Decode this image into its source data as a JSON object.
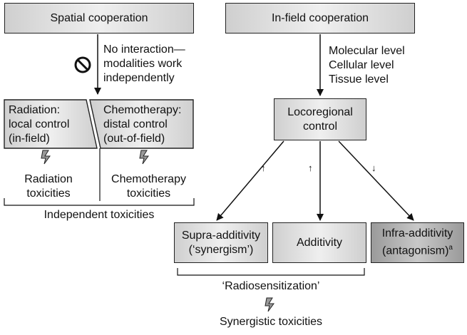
{
  "left": {
    "header": "Spatial cooperation",
    "no_interaction": "No interaction—\nmodalities work\nindependently",
    "radiation_box": "Radiation:\nlocal control\n(in-field)",
    "chemo_box": "Chemotherapy:\ndistal control\n(out-of-field)",
    "radiation_tox": "Radiation\ntoxicities",
    "chemo_tox": "Chemotherapy\ntoxicities",
    "independent_tox": "Independent toxicities"
  },
  "right": {
    "header": "In-field cooperation",
    "levels": "Molecular level\nCellular level\nTissue level",
    "locoregional": "Locoregional\ncontrol",
    "supra": "Supra-additivity\n(‘synergism’)",
    "additivity": "Additivity",
    "infra": "Infra-additivity\n(antagonism)",
    "infra_sup": "a",
    "radiosens": "‘Radiosensitization’",
    "synergistic_tox": "Synergistic toxicities"
  },
  "arrows": {
    "up": "↑",
    "down": "↓"
  },
  "icons": {
    "no_symbol": "prohibition-icon",
    "toxicity": "lightning-bolt-icon"
  }
}
